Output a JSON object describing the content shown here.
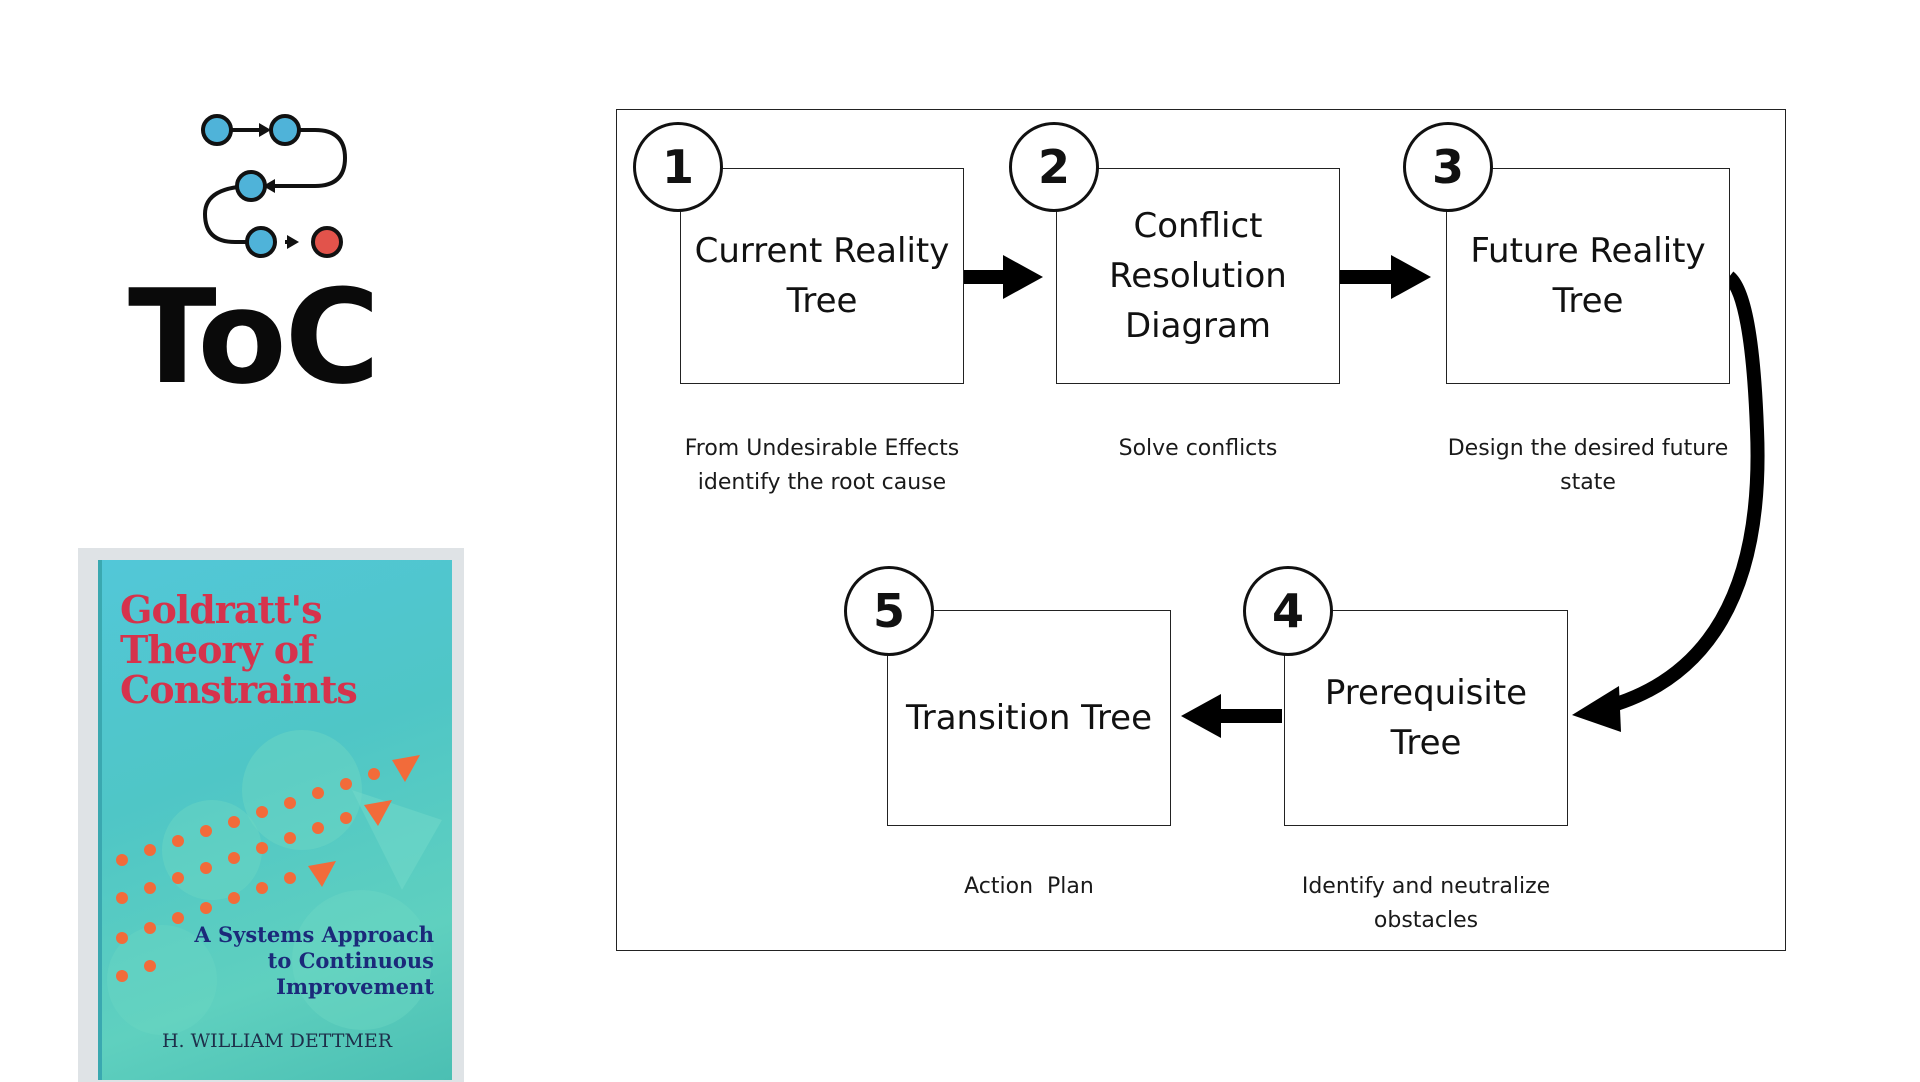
{
  "logo": {
    "text": "ToC",
    "icon": "flow-path-icon"
  },
  "book": {
    "title_lines": [
      "Goldratt's",
      "Theory of",
      "Constraints"
    ],
    "subtitle_lines": [
      "A Systems Approach",
      "to Continuous Improvement"
    ],
    "author": "H. WILLIAM DETTMER"
  },
  "steps": [
    {
      "number": "1",
      "label": "Current Reality Tree",
      "description": "From Undesirable Effects identify the root cause"
    },
    {
      "number": "2",
      "label": "Conflict Resolution Diagram",
      "description": "Solve conflicts"
    },
    {
      "number": "3",
      "label": "Future Reality Tree",
      "description": "Design the desired future state"
    },
    {
      "number": "4",
      "label": "Prerequisite Tree",
      "description": "Identify and neutralize obstacles"
    },
    {
      "number": "5",
      "label": "Transition Tree",
      "description": "Action  Plan"
    }
  ],
  "colors": {
    "node_blue": "#4fb3d9",
    "node_red": "#e2534b",
    "cover_title": "#d6334c",
    "cover_subtitle": "#1b2a7a",
    "cover_background": "#52c7d0"
  }
}
